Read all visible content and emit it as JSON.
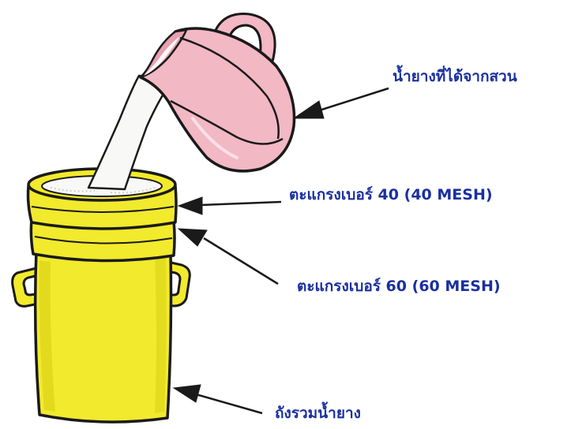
{
  "labels": {
    "latex_from_garden": "น้ำยางที่ได้จากสวน",
    "sieve_40_thai": "ตะแกรงเบอร์ 40",
    "sieve_40_open": "(40 ",
    "sieve_40_mesh": "MESH",
    "sieve_40_close": ")",
    "sieve_60_thai": "ตะแกรงเบอร์ 60",
    "sieve_60_open": "(60 ",
    "sieve_60_mesh": "MESH",
    "sieve_60_close": ")",
    "collection_tank": "ถังรวมน้ำยาง"
  },
  "colors": {
    "label_text": "#1a2fa0",
    "bucket_fill": "#f2ea2c",
    "bucket_shade": "#d9cf16",
    "jug_fill": "#f2b8c4",
    "latex_white": "#f8f8f6",
    "outline": "#1a1a1a"
  },
  "icons": [
    "pink-pitcher-icon",
    "yellow-bucket-icon",
    "arrow-icon"
  ]
}
